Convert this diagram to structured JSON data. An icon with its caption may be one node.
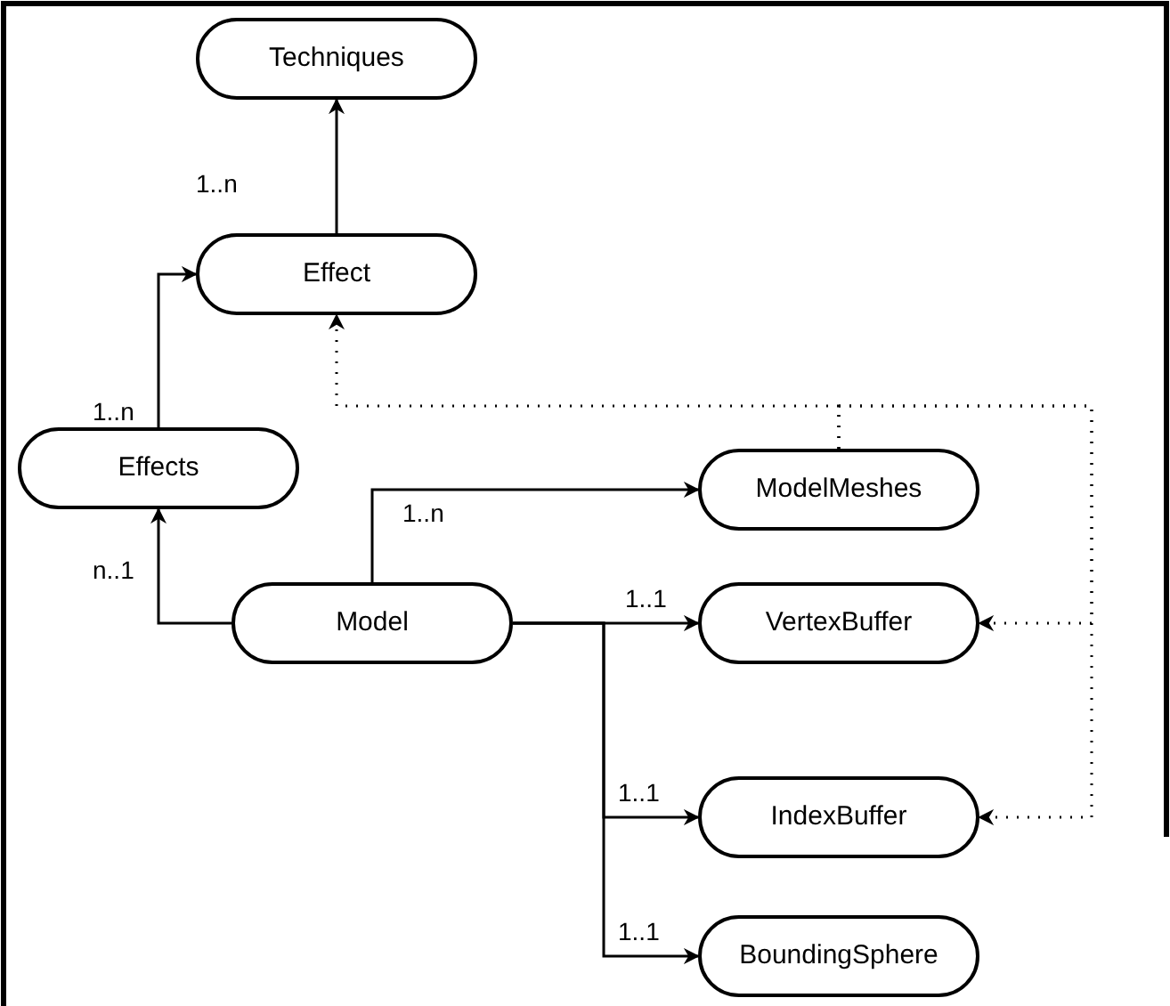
{
  "diagram": {
    "nodes": [
      {
        "text": [
          "Techniques"
        ]
      },
      {
        "text": [
          "Effect"
        ]
      },
      {
        "text": [
          "Effects"
        ]
      },
      {
        "text": [
          "Model"
        ]
      },
      {
        "text": [
          "ModelMeshes"
        ]
      },
      {
        "text": [
          "VertexBuffer"
        ]
      },
      {
        "text": [
          "IndexBuffer"
        ]
      },
      {
        "text": [
          "BoundingSphere"
        ]
      }
    ],
    "edges": [
      {
        "from": 1,
        "to": 0,
        "arrow": "to",
        "label": "1..n"
      },
      {
        "from": 2,
        "to": 1,
        "arrow": "to",
        "label": "1..n"
      },
      {
        "from": 3,
        "to": 2,
        "arrow": "to",
        "label": "n..1"
      },
      {
        "from": 3,
        "to": 4,
        "arrow": "to",
        "label": "1..n"
      },
      {
        "from": 3,
        "to": 5,
        "arrow": "to",
        "label": "1..1"
      },
      {
        "from": 3,
        "to": 6,
        "arrow": "to",
        "label": "1..1"
      },
      {
        "from": 3,
        "to": 7,
        "arrow": "to",
        "label": "1..1"
      },
      {
        "from": 4,
        "to": 1,
        "arrow": "to",
        "style": "dashed"
      },
      {
        "from": 4,
        "to": 5,
        "arrow": "to",
        "style": "dashed"
      },
      {
        "from": 4,
        "to": 6,
        "arrow": "to",
        "style": "dashed"
      }
    ]
  }
}
